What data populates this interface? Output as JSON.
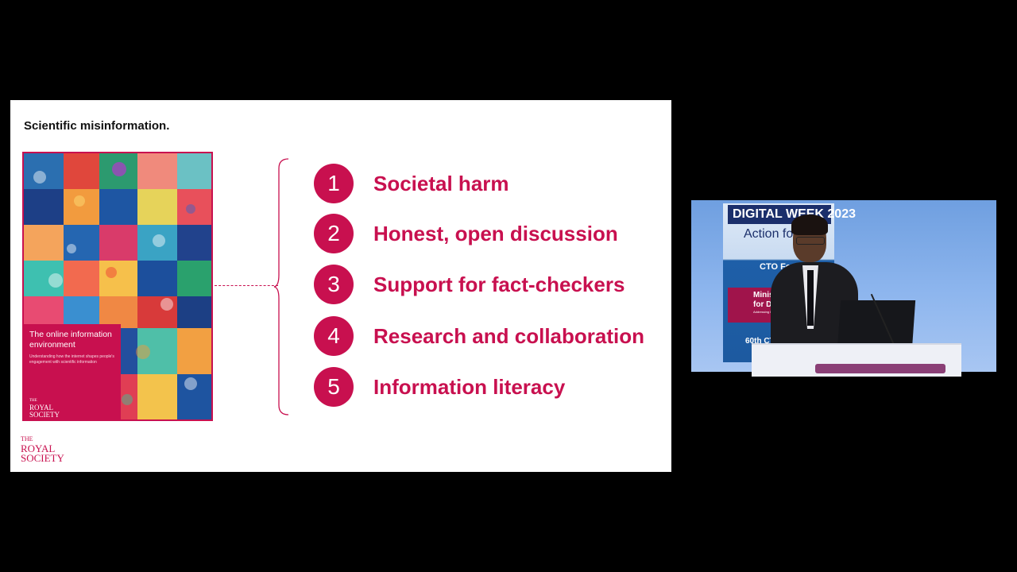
{
  "slide": {
    "title": "Scientific misinformation.",
    "report_cover": {
      "title": "The online information environment",
      "subtitle": "Understanding how the internet shapes people's engagement with scientific information",
      "logo_top": "THE",
      "logo_line1": "ROYAL",
      "logo_line2": "SOCIETY"
    },
    "items": [
      {
        "number": "1",
        "label": "Societal harm"
      },
      {
        "number": "2",
        "label": "Honest, open discussion"
      },
      {
        "number": "3",
        "label": "Support for fact-checkers"
      },
      {
        "number": "4",
        "label": "Research and collaboration"
      },
      {
        "number": "5",
        "label": "Information literacy"
      }
    ],
    "footer_logo": {
      "top": "THE",
      "line1": "ROYAL",
      "line2": "SOCIETY"
    },
    "accent_color": "#c8104f"
  },
  "video": {
    "banner_head": "DIGITAL WEEK 2023",
    "banner_sub": "Action for i",
    "banner_cto": "CTO For",
    "banner_minis_1": "Minis",
    "banner_minis_2": "for D",
    "banner_minis_small": "Addressing ICT Issu",
    "banner_60": "60th CTO"
  }
}
